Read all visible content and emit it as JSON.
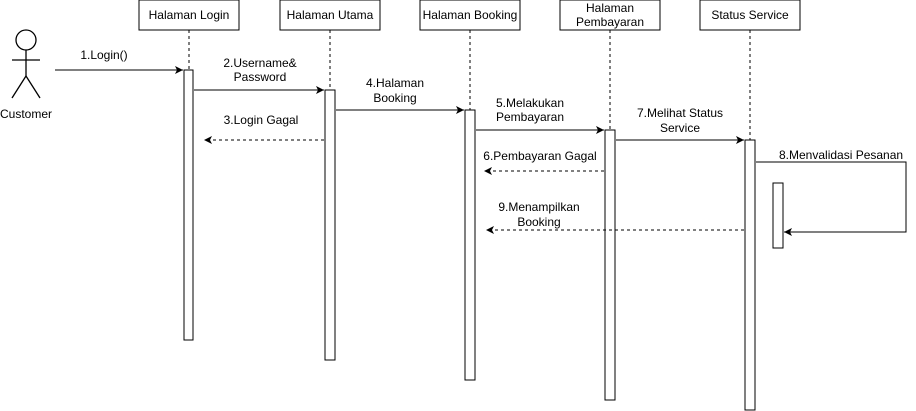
{
  "actor": {
    "label": "Customer"
  },
  "lifelines": [
    {
      "id": "login",
      "label_lines": [
        "Halaman Login"
      ]
    },
    {
      "id": "utama",
      "label_lines": [
        "Halaman Utama"
      ]
    },
    {
      "id": "booking",
      "label_lines": [
        "Halaman Booking"
      ]
    },
    {
      "id": "pembayaran",
      "label_lines": [
        "Halaman",
        "Pembayaran"
      ]
    },
    {
      "id": "status",
      "label_lines": [
        "Status Service"
      ]
    }
  ],
  "messages": [
    {
      "id": "m1",
      "lines": [
        "1.Login()"
      ],
      "style": "solid",
      "from": "Customer",
      "to": "Halaman Login"
    },
    {
      "id": "m2",
      "lines": [
        "2.Username&",
        "Password"
      ],
      "style": "solid",
      "from": "Halaman Login",
      "to": "Halaman Utama"
    },
    {
      "id": "m3",
      "lines": [
        "3.Login Gagal"
      ],
      "style": "dashed",
      "from": "Halaman Utama",
      "to": "Halaman Login"
    },
    {
      "id": "m4",
      "lines": [
        "4.Halaman",
        "Booking"
      ],
      "style": "solid",
      "from": "Halaman Utama",
      "to": "Halaman Booking"
    },
    {
      "id": "m5",
      "lines": [
        "5.Melakukan",
        "Pembayaran"
      ],
      "style": "solid",
      "from": "Halaman Booking",
      "to": "Halaman Pembayaran"
    },
    {
      "id": "m6",
      "lines": [
        "6.Pembayaran Gagal"
      ],
      "style": "dashed",
      "from": "Halaman Pembayaran",
      "to": "Halaman Booking"
    },
    {
      "id": "m7",
      "lines": [
        "7.Melihat Status",
        "Service"
      ],
      "style": "solid",
      "from": "Halaman Pembayaran",
      "to": "Status Service"
    },
    {
      "id": "m8",
      "lines": [
        "8.Menvalidasi Pesanan"
      ],
      "style": "solid",
      "from": "Status Service",
      "to": "Status Service"
    },
    {
      "id": "m9",
      "lines": [
        "9.Menampilkan",
        "Booking"
      ],
      "style": "dashed",
      "from": "Status Service",
      "to": "Halaman Booking"
    }
  ],
  "colors": {
    "stroke": "#000000",
    "background": "#ffffff"
  }
}
